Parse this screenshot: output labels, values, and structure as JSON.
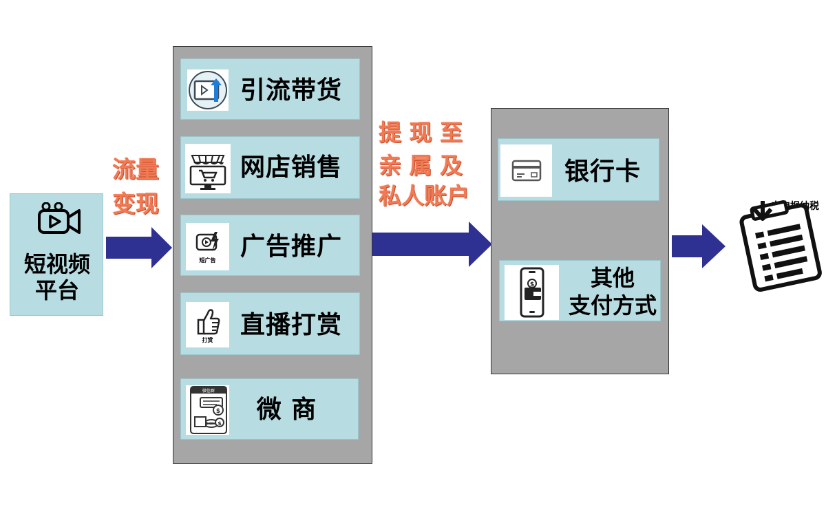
{
  "source": {
    "label_line1": "短视频",
    "label_line2": "平台"
  },
  "flow1": {
    "line1": "流量",
    "line2": "变现"
  },
  "channels": [
    {
      "label": "引流带货",
      "icon": "video-upload-icon"
    },
    {
      "label": "网店销售",
      "icon": "online-store-icon"
    },
    {
      "label": "广告推广",
      "icon": "ad-promotion-icon",
      "icon_caption": "短广告"
    },
    {
      "label": "直播打赏",
      "icon": "thumbs-up-icon",
      "icon_caption": "打赏"
    },
    {
      "label": "微 商",
      "icon": "wechat-commerce-icon",
      "icon_caption": "微信群"
    }
  ],
  "flow2": {
    "line1": "提 现 至",
    "line2": "亲 属 及",
    "line3": "私人账户"
  },
  "accounts": [
    {
      "label": "银行卡",
      "icon": "bank-card-icon"
    },
    {
      "label_line1": "其他",
      "label_line2": "支付方式",
      "icon": "mobile-wallet-icon"
    }
  ],
  "tax": {
    "label": "未申报纳税",
    "icon": "tax-form-icon"
  },
  "colors": {
    "box": "#b7dde3",
    "panel": "#a6a6a6",
    "arrow": "#2e3192",
    "flow_text": "#f07a54"
  }
}
